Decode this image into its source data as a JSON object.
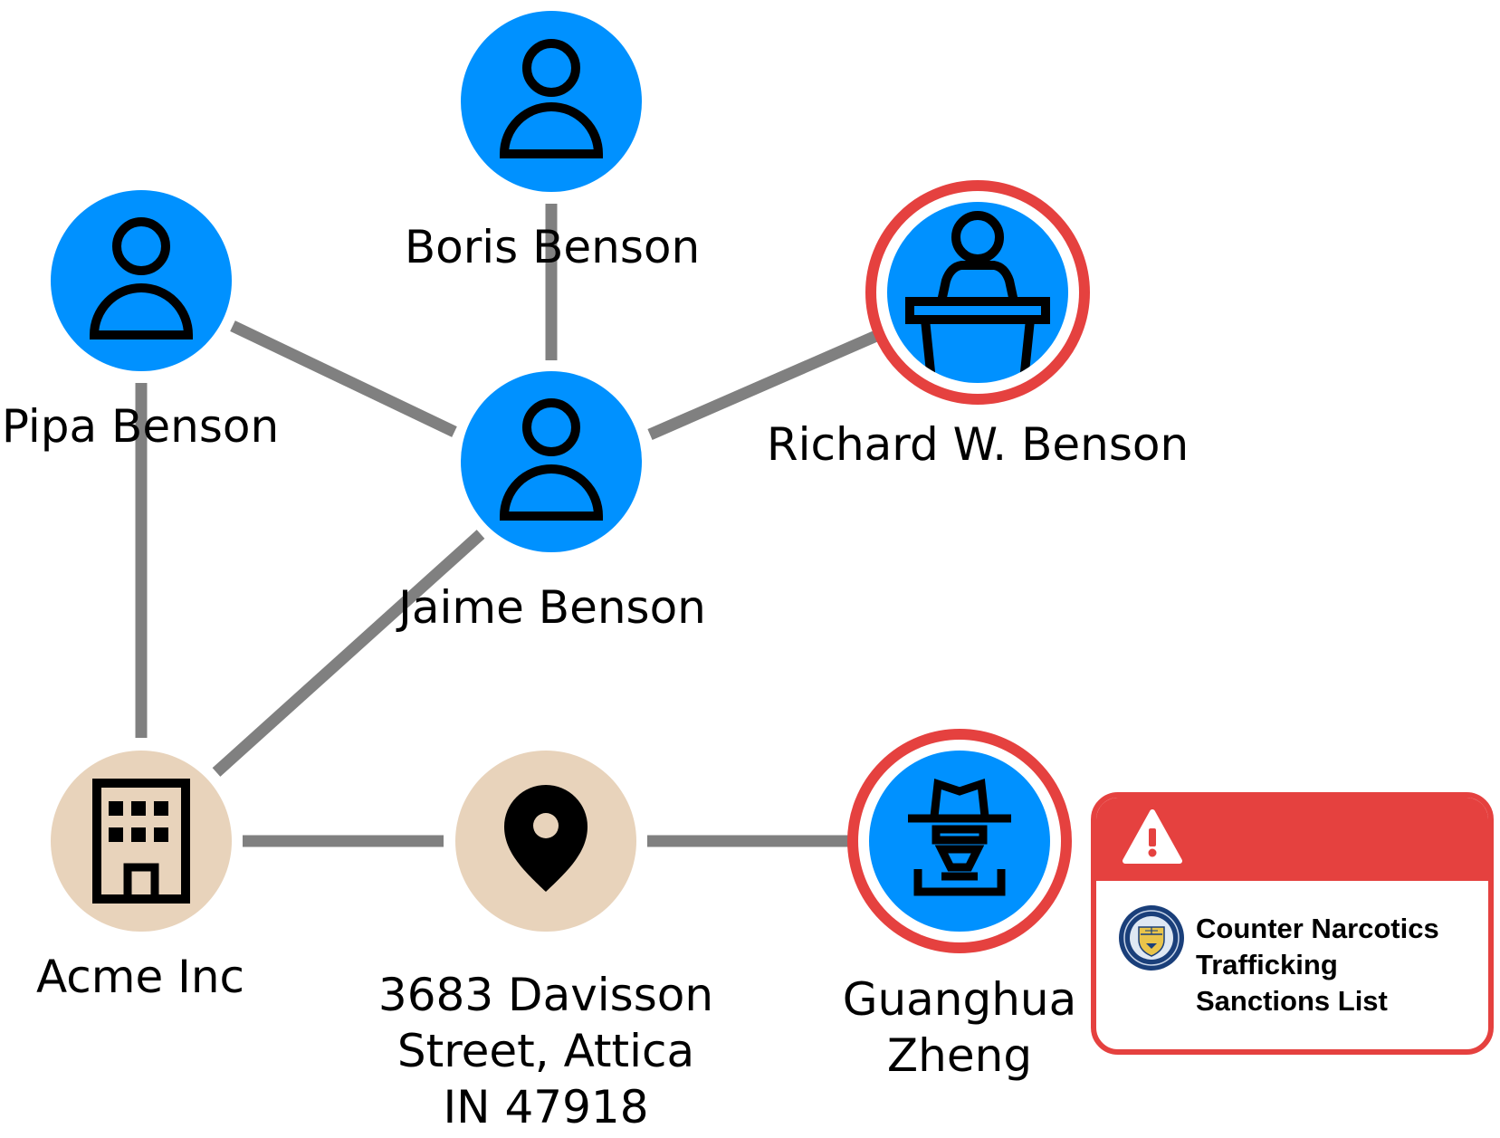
{
  "colors": {
    "person_fill": "#0091ff",
    "place_fill": "#e8d3bb",
    "edge": "#808080",
    "alert": "#e5413f",
    "icon_stroke": "#000000"
  },
  "nodes": {
    "boris": {
      "label": "Boris Benson",
      "icon": "person-icon"
    },
    "pipa": {
      "label": "Pipa Benson",
      "icon": "person-icon"
    },
    "jaime": {
      "label": "Jaime Benson",
      "icon": "person-icon"
    },
    "richard": {
      "label": "Richard W. Benson",
      "icon": "politician-podium-icon",
      "flagged": true
    },
    "acme": {
      "label": "Acme Inc",
      "icon": "building-icon"
    },
    "address": {
      "label": "3683 Davisson\nStreet, Attica\nIN 47918",
      "icon": "location-pin-icon"
    },
    "guanghua": {
      "label": "Guanghua\nZheng",
      "icon": "spy-icon",
      "flagged": true
    }
  },
  "alert": {
    "icon": "warning-icon",
    "seal_icon": "treasury-seal-icon",
    "title": "Counter Narcotics\nTrafficking\nSanctions List"
  }
}
